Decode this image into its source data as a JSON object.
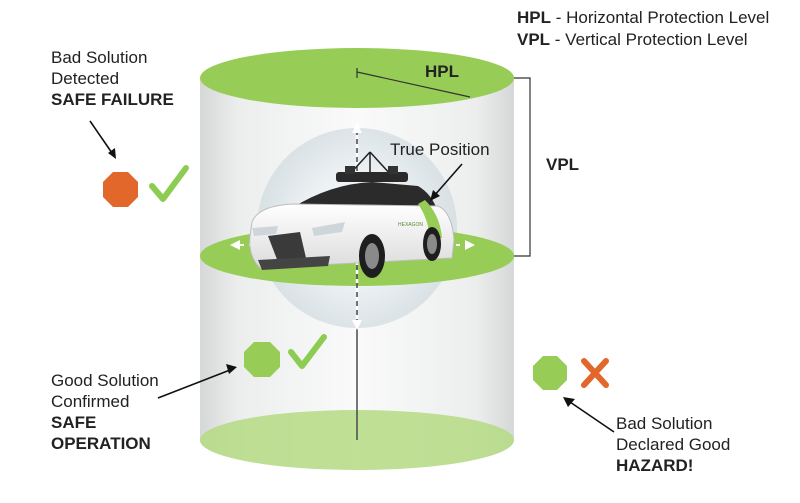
{
  "legend": [
    {
      "abbr": "HPL",
      "text": " - Horizontal Protection Level"
    },
    {
      "abbr": "VPL",
      "text": " - Vertical Protection Level"
    }
  ],
  "labels": {
    "hpl": "HPL",
    "vpl": "VPL",
    "true_position": "True Position",
    "car_brand": "HEXAGON"
  },
  "cases": {
    "safe_failure": {
      "line1": "Bad Solution",
      "line2": "Detected",
      "status": "SAFE FAILURE"
    },
    "safe_operation": {
      "line1": "Good Solution",
      "line2": "Confirmed",
      "status1": "SAFE",
      "status2": "OPERATION"
    },
    "hazard": {
      "line1": "Bad Solution",
      "line2": "Declared Good",
      "status": "HAZARD!"
    }
  },
  "colors": {
    "disc_green": "#97cc56",
    "check_green": "#8ccc52",
    "octagon_orange": "#e2672a",
    "cross_orange": "#e2672a",
    "cylinder_gray": "#e6e8e8",
    "car_white": "#f4f4f4"
  },
  "icons": [
    "stop-octagon-icon",
    "checkmark-icon",
    "cross-icon"
  ]
}
